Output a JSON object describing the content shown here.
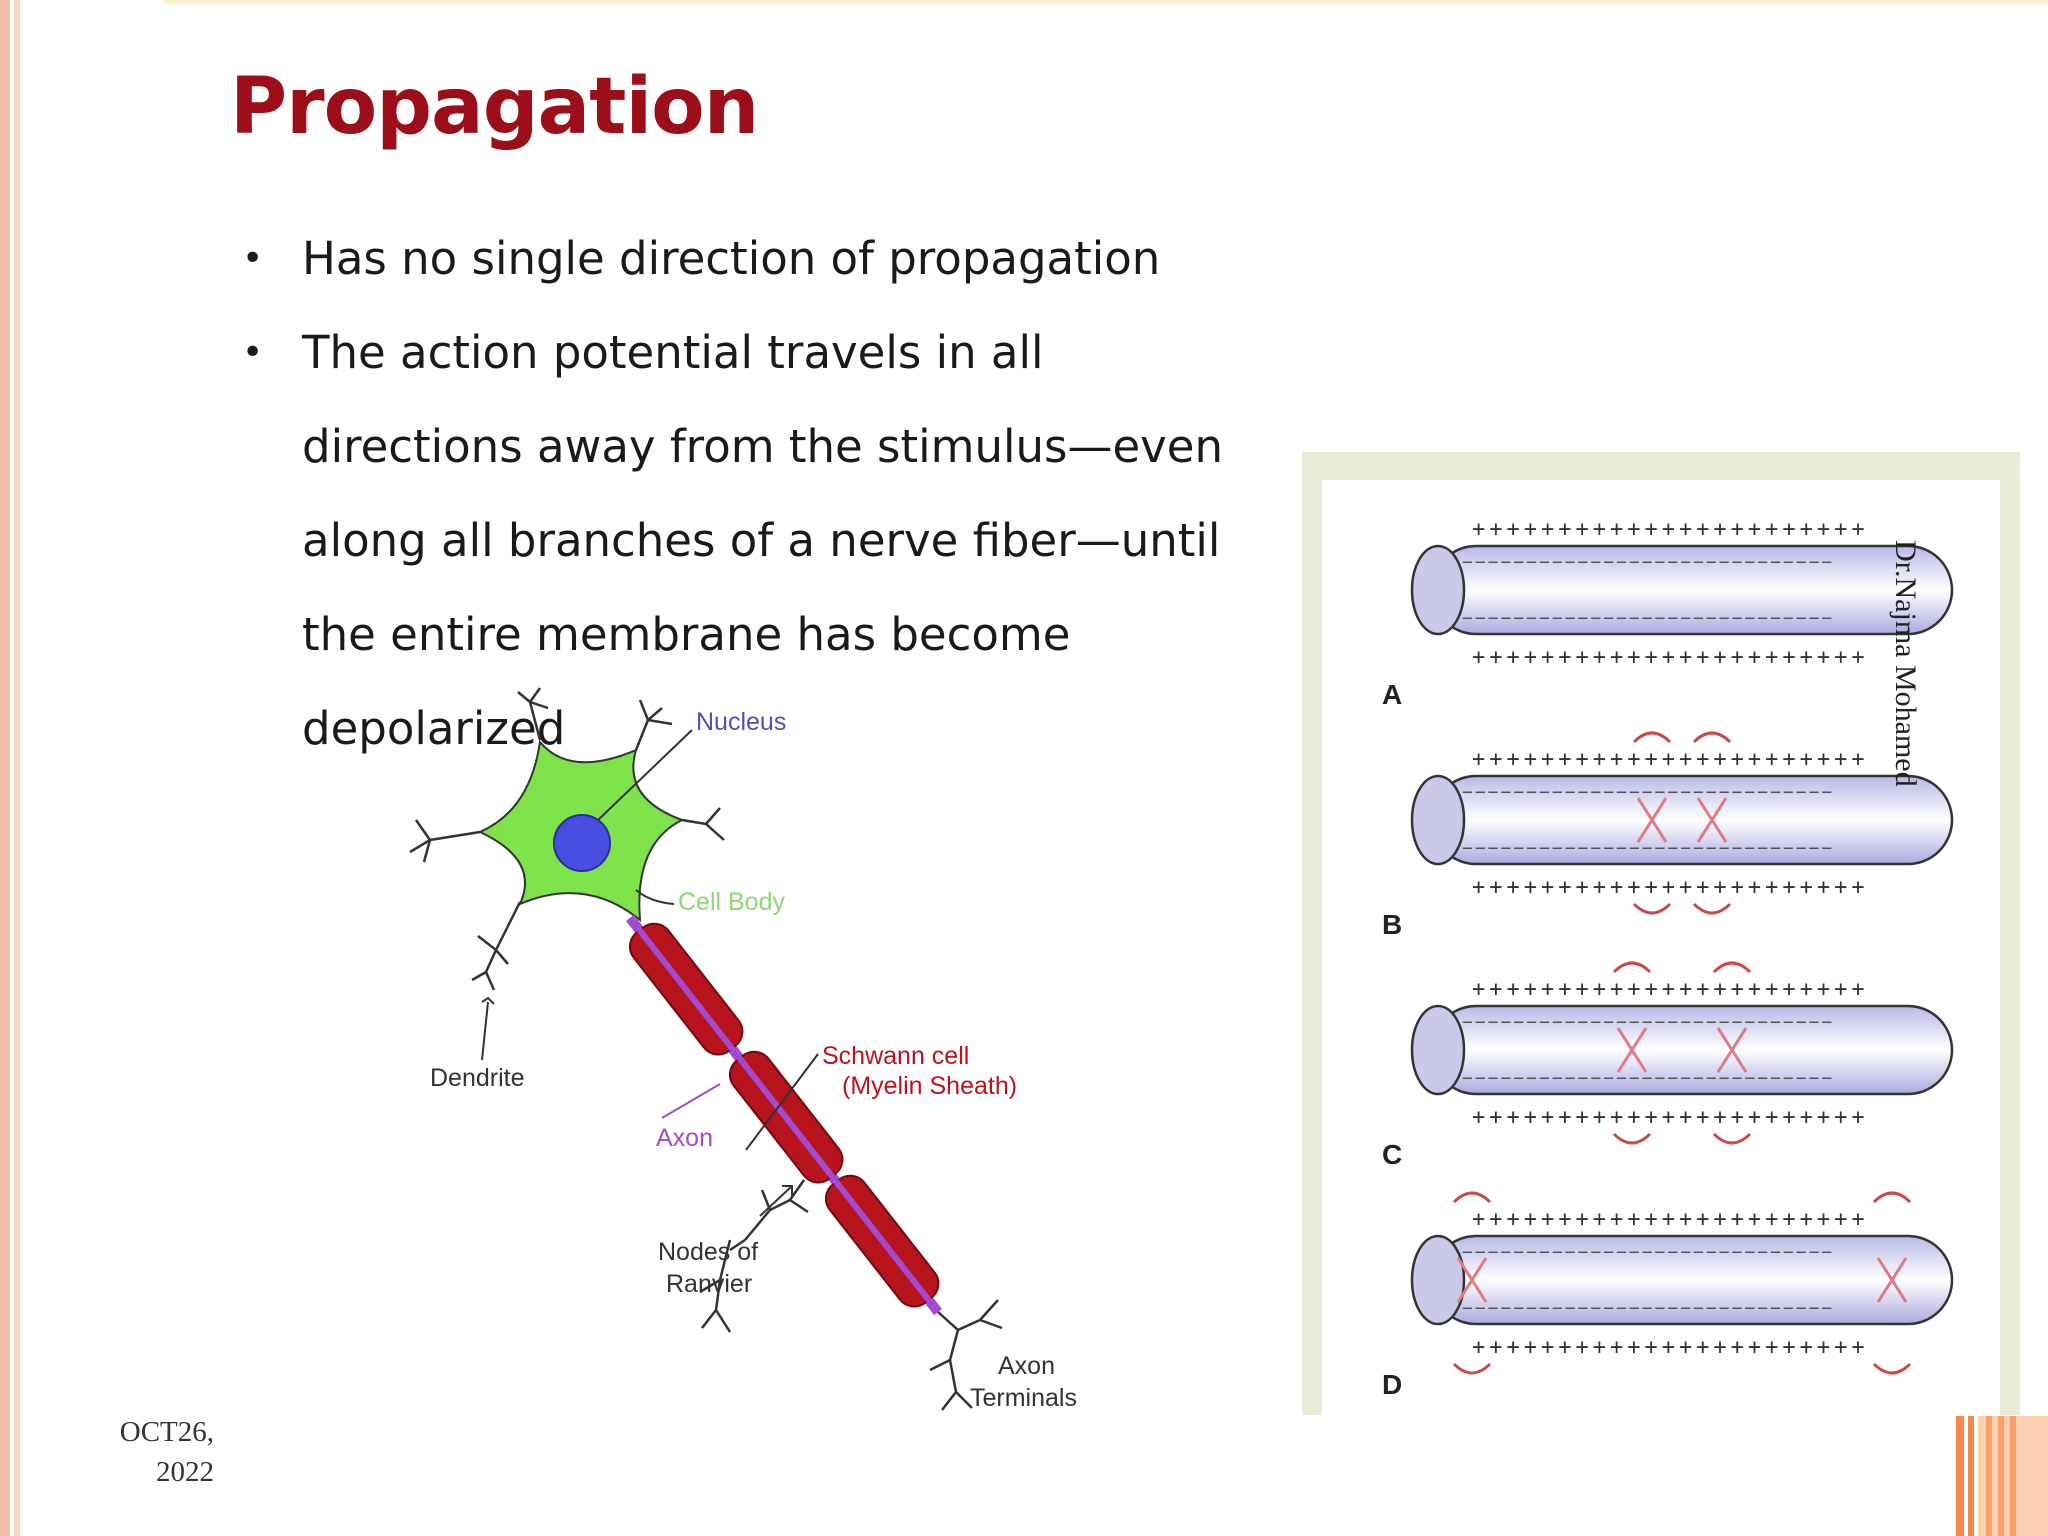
{
  "slide": {
    "title": "Propagation",
    "bullets": [
      "Has no single direction of propagation",
      "The action potential travels in all directions away from the stimulus—even along all branches of a nerve fiber—until the entire membrane has become depolarized"
    ]
  },
  "neuron_labels": {
    "nucleus": "Nucleus",
    "cell_body": "Cell Body",
    "dendrite": "Dendrite",
    "schwann_1": "Schwann cell",
    "schwann_2": "(Myelin Sheath)",
    "axon": "Axon",
    "nodes_1": "Nodes of",
    "nodes_2": "Ranvier",
    "terminals_1": "Axon",
    "terminals_2": "Terminals"
  },
  "propagation_panels": [
    "A",
    "B",
    "C",
    "D"
  ],
  "watermark": "Dr.Najma Mohamed",
  "date": {
    "line1": "OCT26,",
    "line2": "2022"
  },
  "colors": {
    "title": "#9c0f1a",
    "cell_body": "#7ee34a",
    "nucleus": "#4a4ee0",
    "myelin": "#b8141e",
    "axon": "#a24bd0",
    "accent_orange": "#f58a4a"
  }
}
